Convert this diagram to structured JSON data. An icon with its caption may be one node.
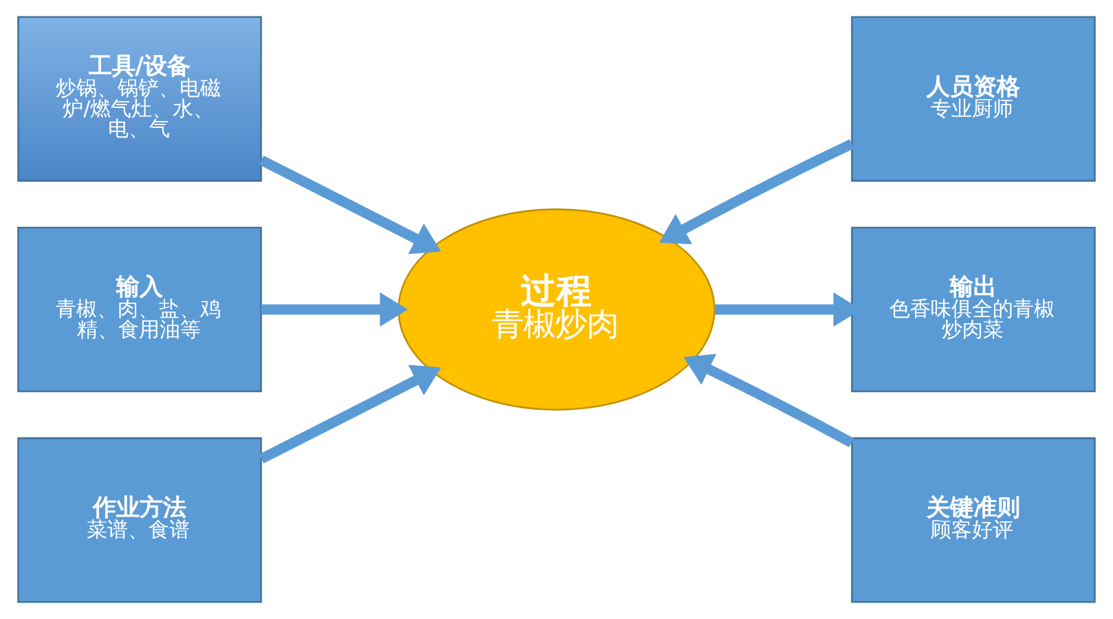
{
  "diagram": {
    "nodes": [
      {
        "text": [
          "工具/设备",
          "炒锅、锅铲、电磁炉/燃气灶、水、电、气"
        ]
      },
      {
        "text": [
          "人员资格",
          "专业厨师"
        ]
      },
      {
        "text": [
          "输入",
          "青椒、肉、盐、鸡精、食用油等"
        ]
      },
      {
        "text": [
          "过程",
          "青椒炒肉"
        ]
      },
      {
        "text": [
          "输出",
          "色香味俱全的青椒炒肉菜"
        ]
      },
      {
        "text": [
          "作业方法",
          "菜谱、食谱"
        ]
      },
      {
        "text": [
          "关键准则",
          "顾客好评"
        ]
      }
    ],
    "edges": [
      {
        "from": 0,
        "to": 3,
        "arrow": "to"
      },
      {
        "from": 1,
        "to": 3,
        "arrow": "to"
      },
      {
        "from": 2,
        "to": 3,
        "arrow": "to"
      },
      {
        "from": 3,
        "to": 4,
        "arrow": "to"
      },
      {
        "from": 5,
        "to": 3,
        "arrow": "to"
      },
      {
        "from": 6,
        "to": 3,
        "arrow": "to"
      }
    ]
  }
}
